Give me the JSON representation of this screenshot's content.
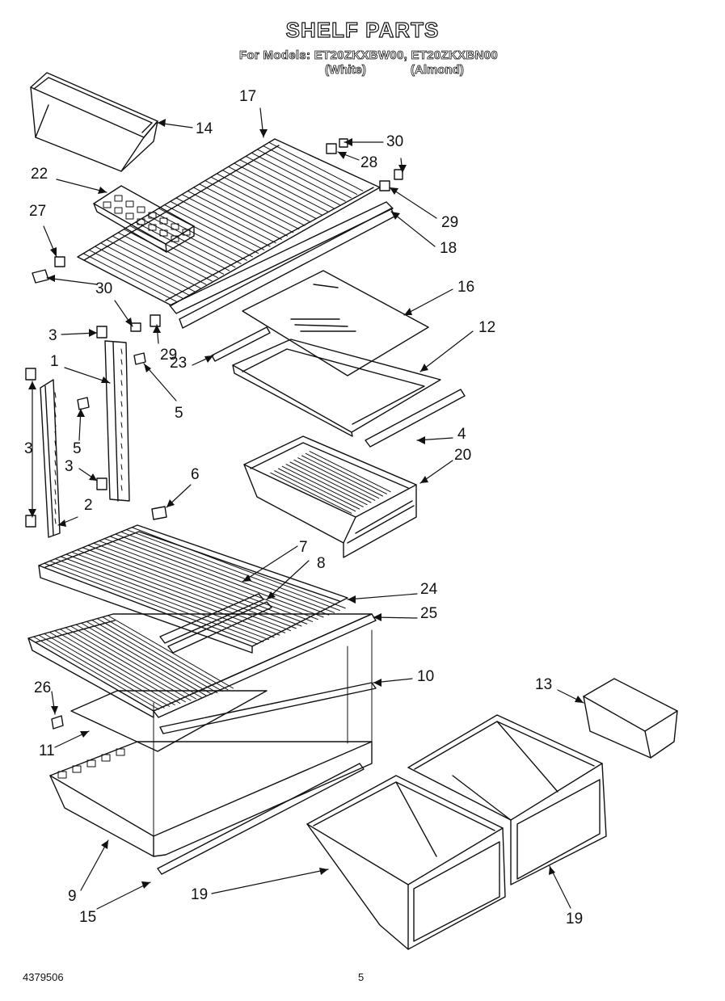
{
  "header": {
    "title": "SHELF PARTS",
    "models_line": "For Models: ET20ZKXBW00, ET20ZKXBN00",
    "color_white": "(White)",
    "color_almond": "(Almond)"
  },
  "callouts": {
    "c1": "1",
    "c2": "2",
    "c3a": "3",
    "c3b": "3",
    "c3c": "3",
    "c4": "4",
    "c5a": "5",
    "c5b": "5",
    "c6": "6",
    "c7": "7",
    "c8": "8",
    "c9": "9",
    "c10": "10",
    "c11": "11",
    "c12": "12",
    "c13": "13",
    "c14": "14",
    "c15": "15",
    "c16": "16",
    "c17": "17",
    "c18": "18",
    "c19a": "19",
    "c19b": "19",
    "c20": "20",
    "c22": "22",
    "c23": "23",
    "c24": "24",
    "c25": "25",
    "c26": "26",
    "c27": "27",
    "c28": "28",
    "c29a": "29",
    "c29b": "29",
    "c30a": "30",
    "c30b": "30"
  },
  "footer": {
    "doc_number": "4379506",
    "page_number": "5"
  }
}
